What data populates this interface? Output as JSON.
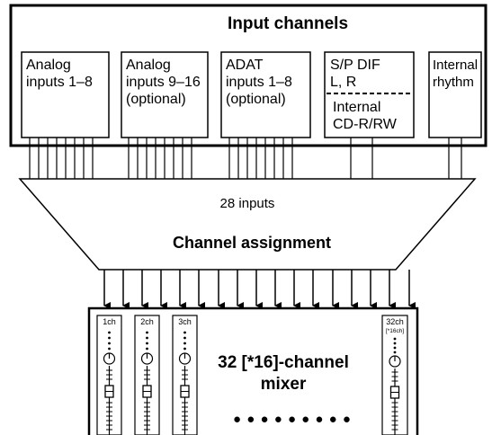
{
  "input_panel": {
    "title": "Input channels",
    "sources": [
      {
        "lines": [
          "Analog",
          "inputs 1–8"
        ]
      },
      {
        "lines": [
          "Analog",
          "inputs 9–16",
          "(optional)"
        ]
      },
      {
        "lines": [
          "ADAT",
          "inputs 1–8",
          "(optional)"
        ]
      },
      {
        "lines": [
          "S/P DIF",
          "L, R"
        ],
        "lower_lines": [
          "Internal",
          "CD-R/RW"
        ]
      },
      {
        "lines": [
          "Internal",
          "rhythm"
        ]
      }
    ]
  },
  "assignment": {
    "inputs_label": "28 inputs",
    "title": "Channel assignment"
  },
  "mixer": {
    "title_line1": "32 [*16]-channel",
    "title_line2": "mixer",
    "strips": [
      {
        "label": "1ch"
      },
      {
        "label": "2ch"
      },
      {
        "label": "3ch"
      },
      {
        "label": "32ch",
        "sublabel": "[*16ch]"
      }
    ],
    "continuation": "● ● ● ● ● ● ● ● ●"
  }
}
